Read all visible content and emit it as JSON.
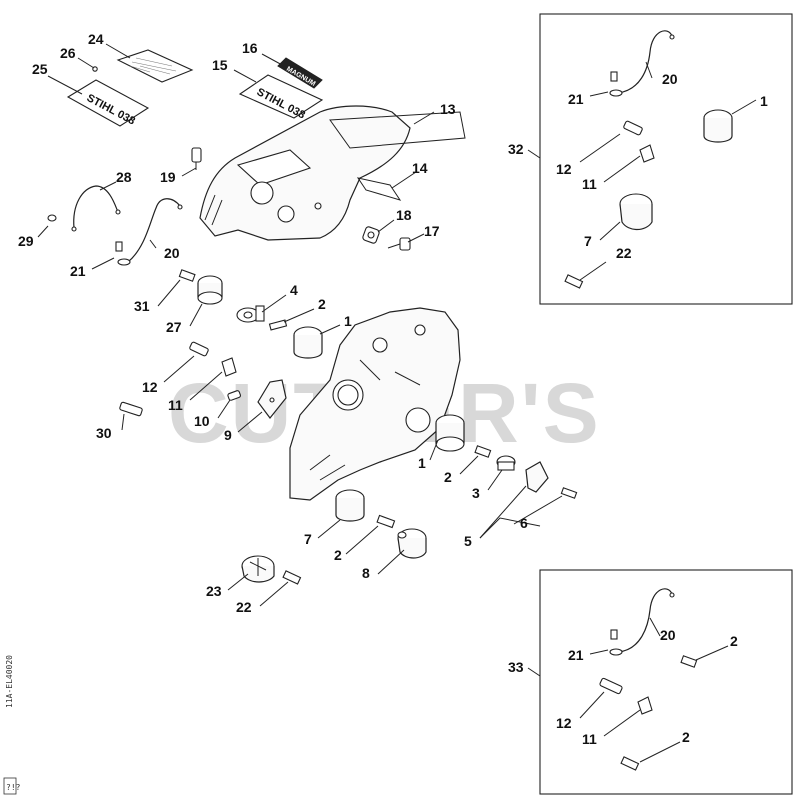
{
  "diagram": {
    "watermark": "CUTTER'S",
    "side_code": "11A-EL40020",
    "side_code_box": "?!?",
    "decals": {
      "model_plate_a": "STIHL 038",
      "model_plate_b": "STIHL 038",
      "magnum": "MAGNUM"
    },
    "labels": {
      "n24": "24",
      "n26": "26",
      "n25": "25",
      "n16": "16",
      "n15": "15",
      "n13": "13",
      "n14": "14",
      "n19": "19",
      "n28": "28",
      "n29": "29",
      "n20a": "20",
      "n21a": "21",
      "n18": "18",
      "n17": "17",
      "n4": "4",
      "n2a": "2",
      "n1a": "1",
      "n31": "31",
      "n27": "27",
      "n12a": "12",
      "n11a": "11",
      "n10": "10",
      "n9": "9",
      "n30": "30",
      "n1b": "1",
      "n2b": "2",
      "n3": "3",
      "n6": "6",
      "n5": "5",
      "n7a": "7",
      "n2c": "2",
      "n8": "8",
      "n23": "23",
      "n22a": "22",
      "n32": "32",
      "n20b": "20",
      "n21b": "21",
      "n1c": "1",
      "n12b": "12",
      "n11b": "11",
      "n7b": "7",
      "n22b": "22",
      "n33": "33",
      "n20c": "20",
      "n21c": "21",
      "n2d": "2",
      "n12c": "12",
      "n11c": "11",
      "n2e": "2"
    }
  }
}
